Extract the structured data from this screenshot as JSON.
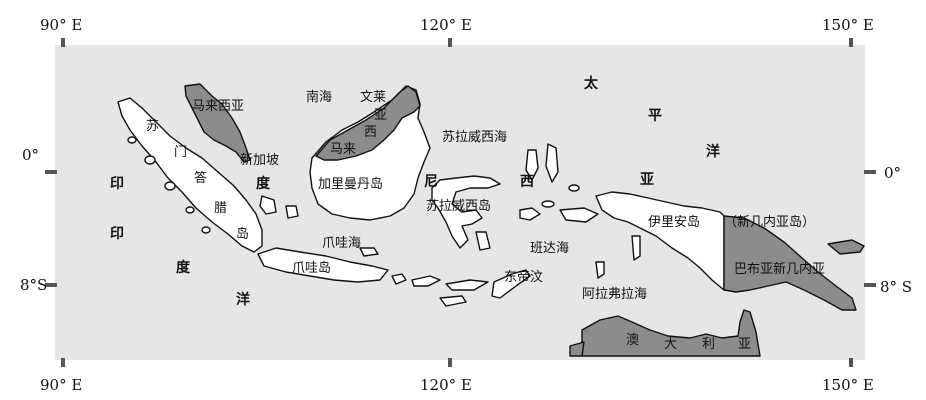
{
  "coords": {
    "top_90": "90° E",
    "top_120": "120° E",
    "top_150": "150° E",
    "bottom_90": "90° E",
    "bottom_120": "120° E",
    "bottom_150": "150° E",
    "left_0": "0°",
    "left_8s": "8°S",
    "right_0": "0°",
    "right_8s": "8° S"
  },
  "labels": {
    "malaysia_west": "马来西亚",
    "south_china_sea": "南海",
    "brunei_1": "文莱",
    "brunei_2": "亚",
    "malaysia_east": "马来",
    "malaysia_east_xi": "西",
    "sulawesi_sea": "苏拉威西海",
    "su": "苏",
    "men": "门",
    "da": "答",
    "la": "腊",
    "dao_sumatra": "岛",
    "singapore": "新加坡",
    "du_1": "度",
    "kalimantan": "加里曼丹岛",
    "ni": "尼",
    "xi": "西",
    "sulawesi": "苏拉威西岛",
    "ya": "亚",
    "yin_1": "印",
    "yin_2": "印",
    "du_2": "度",
    "yang_1": "洋",
    "java_sea": "爪哇海",
    "java": "爪哇岛",
    "banda_sea": "班达海",
    "east_timor": "东帝汶",
    "arafura_sea": "阿拉弗拉海",
    "tai": "太",
    "ping": "平",
    "yang_2": "洋",
    "irian": "伊里安岛",
    "new_guinea_island": "（新几内亚岛）",
    "png": "巴布亚新几内亚",
    "aus_ao": "澳",
    "aus_da": "大",
    "aus_li": "利",
    "aus_ya": "亚"
  }
}
